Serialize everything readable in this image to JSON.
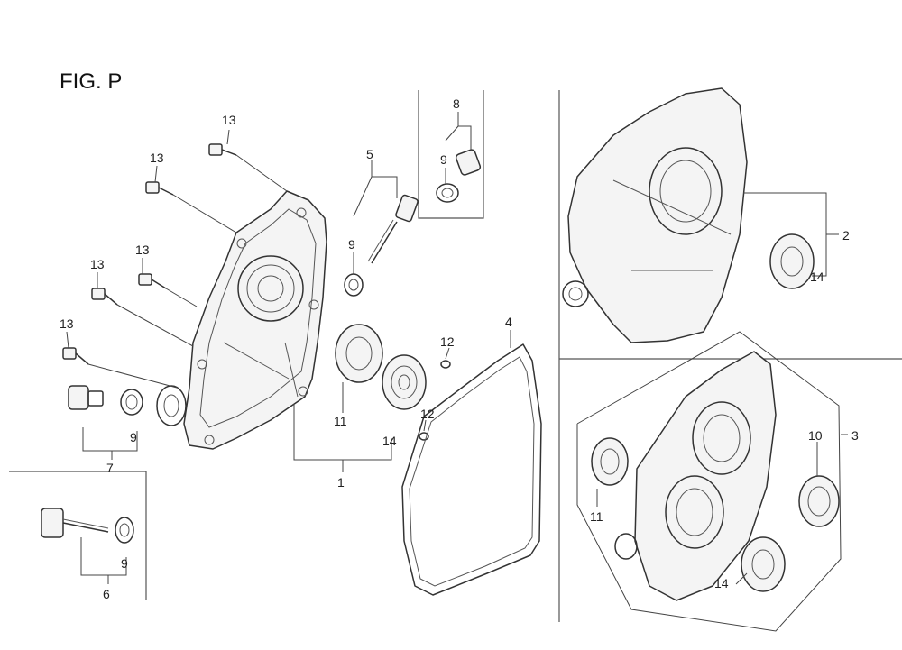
{
  "figure": {
    "title": "FIG. P"
  },
  "callouts": {
    "c1": "1",
    "c2": "2",
    "c3": "3",
    "c4": "4",
    "c5": "5",
    "c6": "6",
    "c7": "7",
    "c8": "8",
    "c9a": "9",
    "c9b": "9",
    "c9c": "9",
    "c9d": "9",
    "c10": "10",
    "c11a": "11",
    "c11b": "11",
    "c12a": "12",
    "c12b": "12",
    "c13a": "13",
    "c13b": "13",
    "c13c": "13",
    "c13d": "13",
    "c13e": "13",
    "c14a": "14",
    "c14b": "14",
    "c14c": "14"
  },
  "colors": {
    "line": "#333333",
    "background": "#ffffff"
  }
}
